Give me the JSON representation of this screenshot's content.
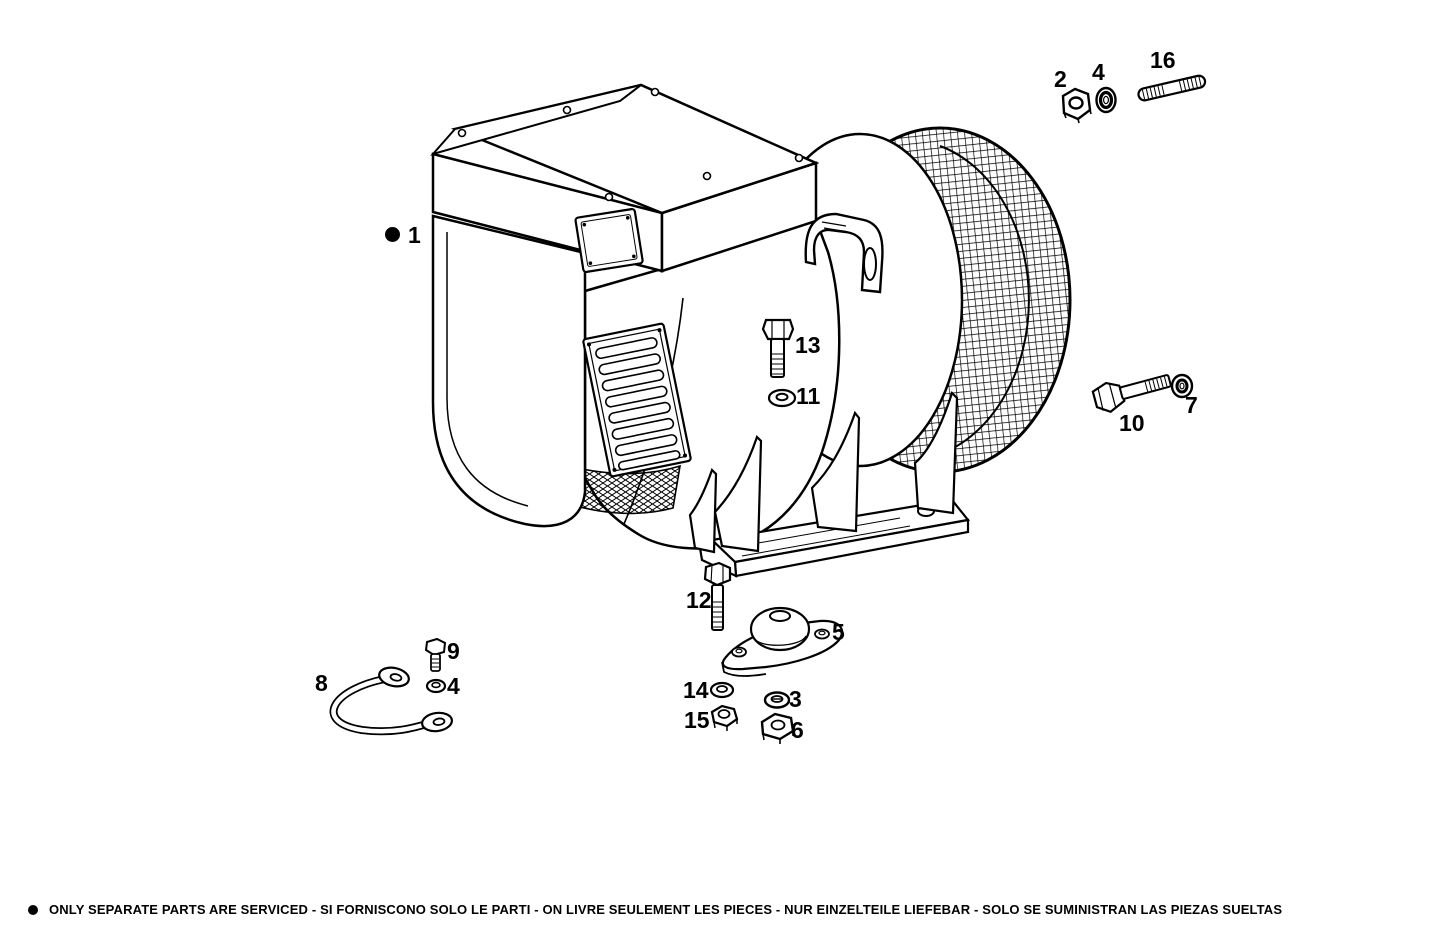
{
  "page": {
    "paper_color": "#ffffff",
    "ink_color": "#000000"
  },
  "callouts": [
    {
      "label": "1",
      "bullet": "●"
    },
    {
      "label": "2"
    },
    {
      "label": "4"
    },
    {
      "label": "16"
    },
    {
      "label": "13"
    },
    {
      "label": "11"
    },
    {
      "label": "10"
    },
    {
      "label": "7"
    },
    {
      "label": "12"
    },
    {
      "label": "5"
    },
    {
      "label": "14"
    },
    {
      "label": "15"
    },
    {
      "label": "3"
    },
    {
      "label": "6"
    },
    {
      "label": "8"
    },
    {
      "label": "9"
    },
    {
      "label": "4"
    }
  ],
  "footer": {
    "bullet": "●",
    "note": "ONLY SEPARATE PARTS ARE SERVICED - SI FORNISCONO SOLO LE PARTI - ON LIVRE SEULEMENT LES PIECES - NUR EINZELTEILE LIEFEBAR - SOLO SE SUMINISTRAN LAS PIEZAS SUELTAS"
  }
}
